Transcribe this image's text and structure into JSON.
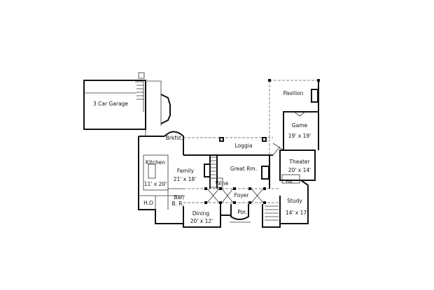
{
  "floor_plan": {
    "rooms": [
      {
        "id": "garage",
        "label": "3 Car Garage"
      },
      {
        "id": "pavilion",
        "label": "Pavilion"
      },
      {
        "id": "game",
        "label": "Game",
        "size": "19' x 19'"
      },
      {
        "id": "brkfst",
        "label": "Brkfst."
      },
      {
        "id": "loggia",
        "label": "Loggia"
      },
      {
        "id": "kitchen",
        "label": "Kitchen",
        "size": "11' x 20'"
      },
      {
        "id": "family",
        "label": "Family",
        "size": "21' x 18'"
      },
      {
        "id": "great",
        "label": "Great Rm."
      },
      {
        "id": "theater",
        "label": "Theater",
        "size": "20' x 14'"
      },
      {
        "id": "wine",
        "label": "Wine"
      },
      {
        "id": "foyer",
        "label": "Foyer"
      },
      {
        "id": "bar",
        "label": "Bar/",
        "label2": "B. R."
      },
      {
        "id": "ho",
        "label": "H.O"
      },
      {
        "id": "study",
        "label": "Study",
        "size": "14' x 17"
      },
      {
        "id": "dining",
        "label": "Dining",
        "size": "20' x 12'"
      },
      {
        "id": "por",
        "label": "Por."
      },
      {
        "id": "pdr",
        "label": "Pdr."
      }
    ]
  }
}
